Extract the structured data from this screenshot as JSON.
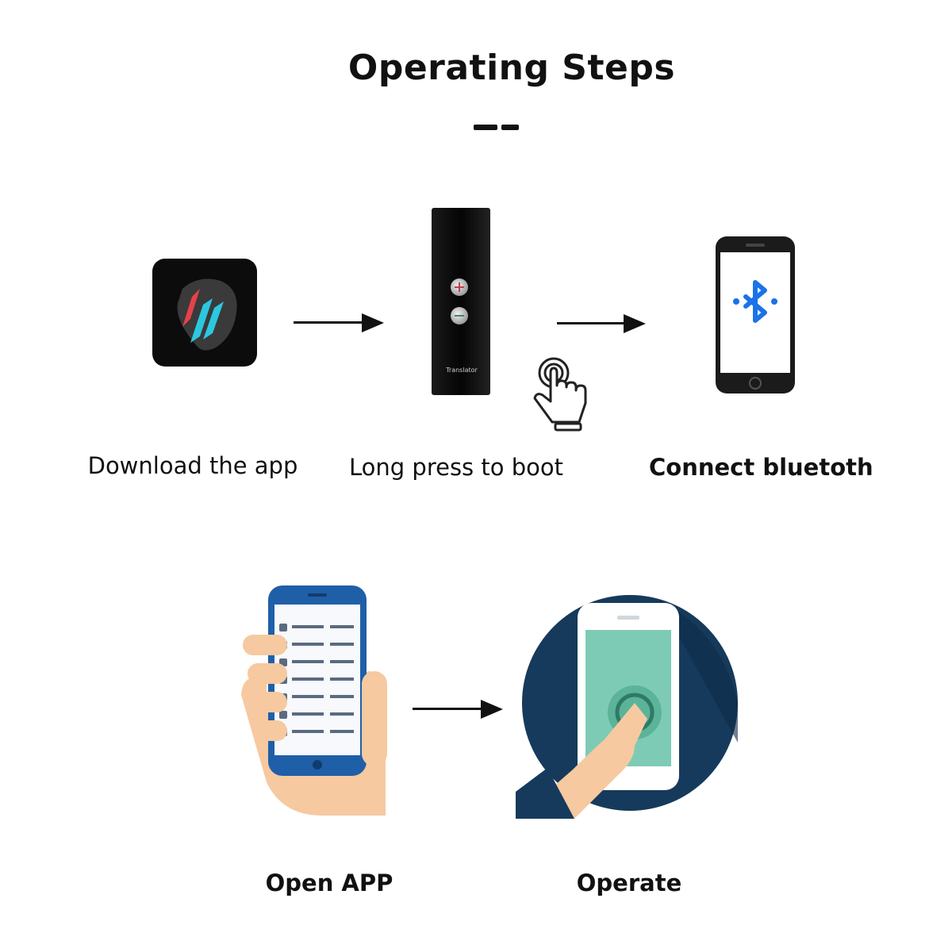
{
  "title": "Operating Steps",
  "steps": [
    {
      "label": "Download the app"
    },
    {
      "label": "Long press to boot"
    },
    {
      "label": "Connect bluetoth"
    },
    {
      "label": "Open APP"
    },
    {
      "label": "Operate"
    }
  ],
  "device_brand": "Translator",
  "colors": {
    "bluetooth": "#1a73e8",
    "navy": "#163a5c",
    "teal_screen": "#7ecbb5",
    "skin": "#f6c9a0",
    "phone_blue": "#1f5fa8"
  },
  "icons": [
    "app-logo-icon",
    "translator-device-icon",
    "finger-press-icon",
    "bluetooth-phone-icon",
    "bluetooth-icon",
    "hand-phone-icon",
    "finger-tap-phone-icon"
  ]
}
